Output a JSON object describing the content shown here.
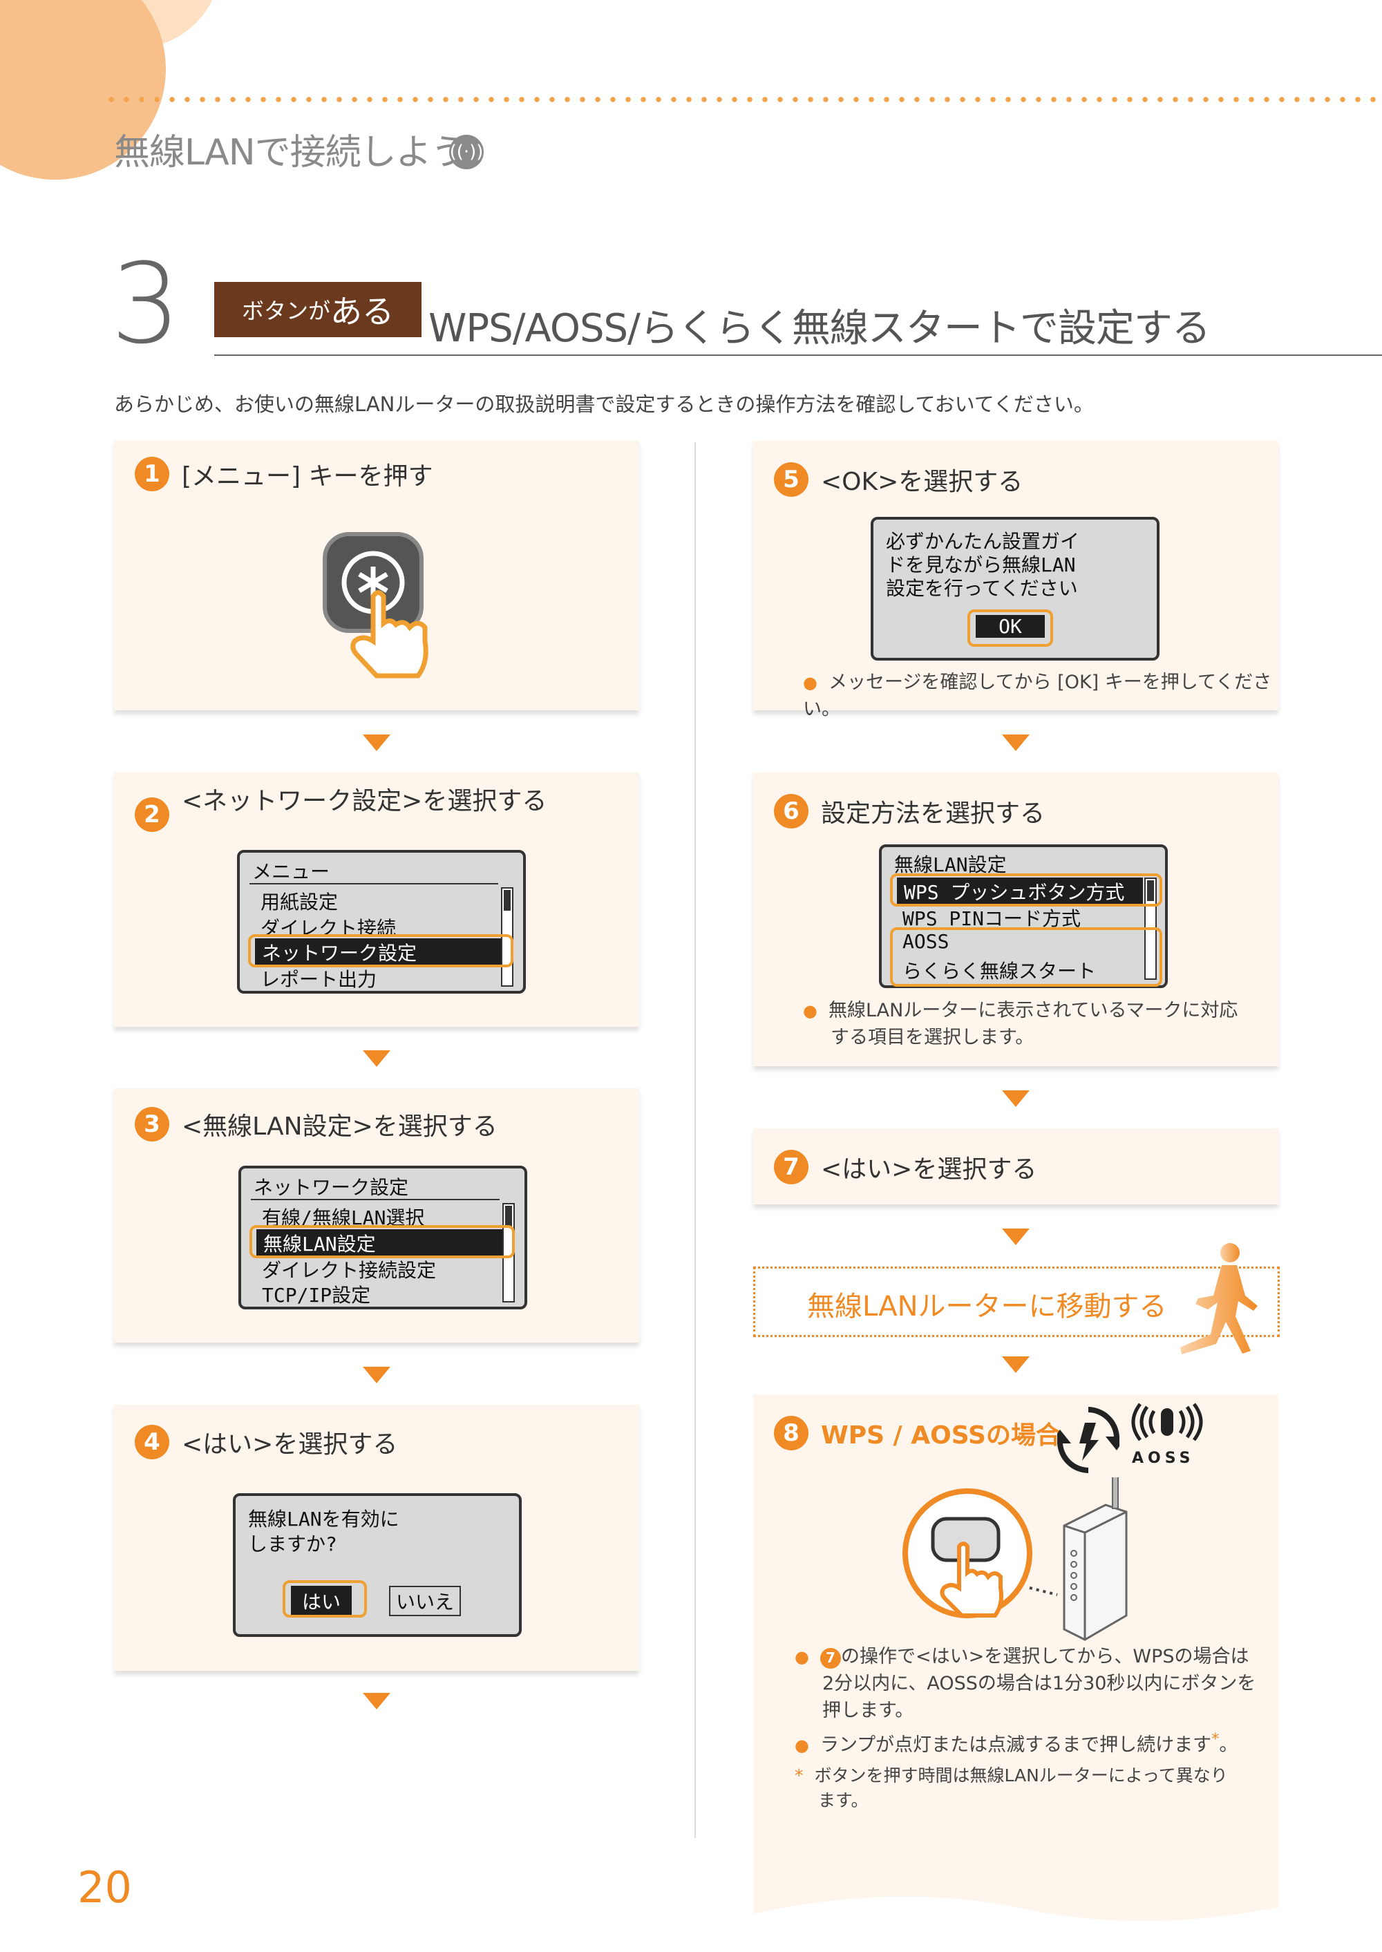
{
  "header": {
    "section_title": "無線LANで接続しよう",
    "step_number": "3",
    "tag_small": "ボタンが",
    "tag_big": "ある",
    "heading": "WPS/AOSS/らくらく無線スタートで設定する",
    "intro": "あらかじめ、お使いの無線LANルーターの取扱説明書で設定するときの操作方法を確認しておいてください。"
  },
  "steps": {
    "s1": {
      "num": "1",
      "title": "[メニュー] キーを押す"
    },
    "s2": {
      "num": "2",
      "title": "<ネットワーク設定>を選択する",
      "lcd": {
        "header": "メニュー",
        "rows": [
          "用紙設定",
          "ダイレクト接続",
          "ネットワーク設定",
          "レポート出力"
        ]
      }
    },
    "s3": {
      "num": "3",
      "title": "<無線LAN設定>を選択する",
      "lcd": {
        "header": "ネットワーク設定",
        "rows": [
          "有線/無線LAN選択",
          "無線LAN設定",
          "ダイレクト接続設定",
          "TCP/IP設定"
        ]
      }
    },
    "s4": {
      "num": "4",
      "title": "<はい>を選択する",
      "lcd": {
        "line1": "無線LANを有効に",
        "line2": "しますか?",
        "yes": "はい",
        "no": "いいえ"
      }
    },
    "s5": {
      "num": "5",
      "title": "<OK>を選択する",
      "lcd": {
        "line1": "必ずかんたん設置ガイ",
        "line2": "ドを見ながら無線LAN",
        "line3": "設定を行ってください",
        "ok": "OK"
      },
      "note": "メッセージを確認してから [OK] キーを押してください。"
    },
    "s6": {
      "num": "6",
      "title": "設定方法を選択する",
      "lcd": {
        "header": "無線LAN設定",
        "rows": [
          "WPS プッシュボタン方式",
          "WPS PINコード方式",
          "AOSS",
          "らくらく無線スタート"
        ]
      },
      "note1": "無線LANルーターに表示されているマークに対応",
      "note2": "する項目を選択します。"
    },
    "s7": {
      "num": "7",
      "title": "<はい>を選択する"
    },
    "move": "無線LANルーターに移動する",
    "s8": {
      "num": "8",
      "title": "WPS / AOSSの場合",
      "aoss_logo": "AOSS",
      "note1a": "の操作で<はい>を選択してから、WPSの場合は",
      "note1b": "2分以内に、AOSSの場合は1分30秒以内にボタンを",
      "note1c": "押します。",
      "note2": "ランプが点灯または点滅するまで押し続けます",
      "note2_mark": "*",
      "note2_end": "。",
      "footnote_mark": "*",
      "footnote1": "ボタンを押す時間は無線LANルーターによって異なり",
      "footnote2": "ます。",
      "ref_num": "7"
    }
  },
  "footer": {
    "page_number": "20"
  },
  "colors": {
    "accent": "#f08a24",
    "tag_bg": "#6b3a1e",
    "card_bg": "#fef5ec"
  }
}
